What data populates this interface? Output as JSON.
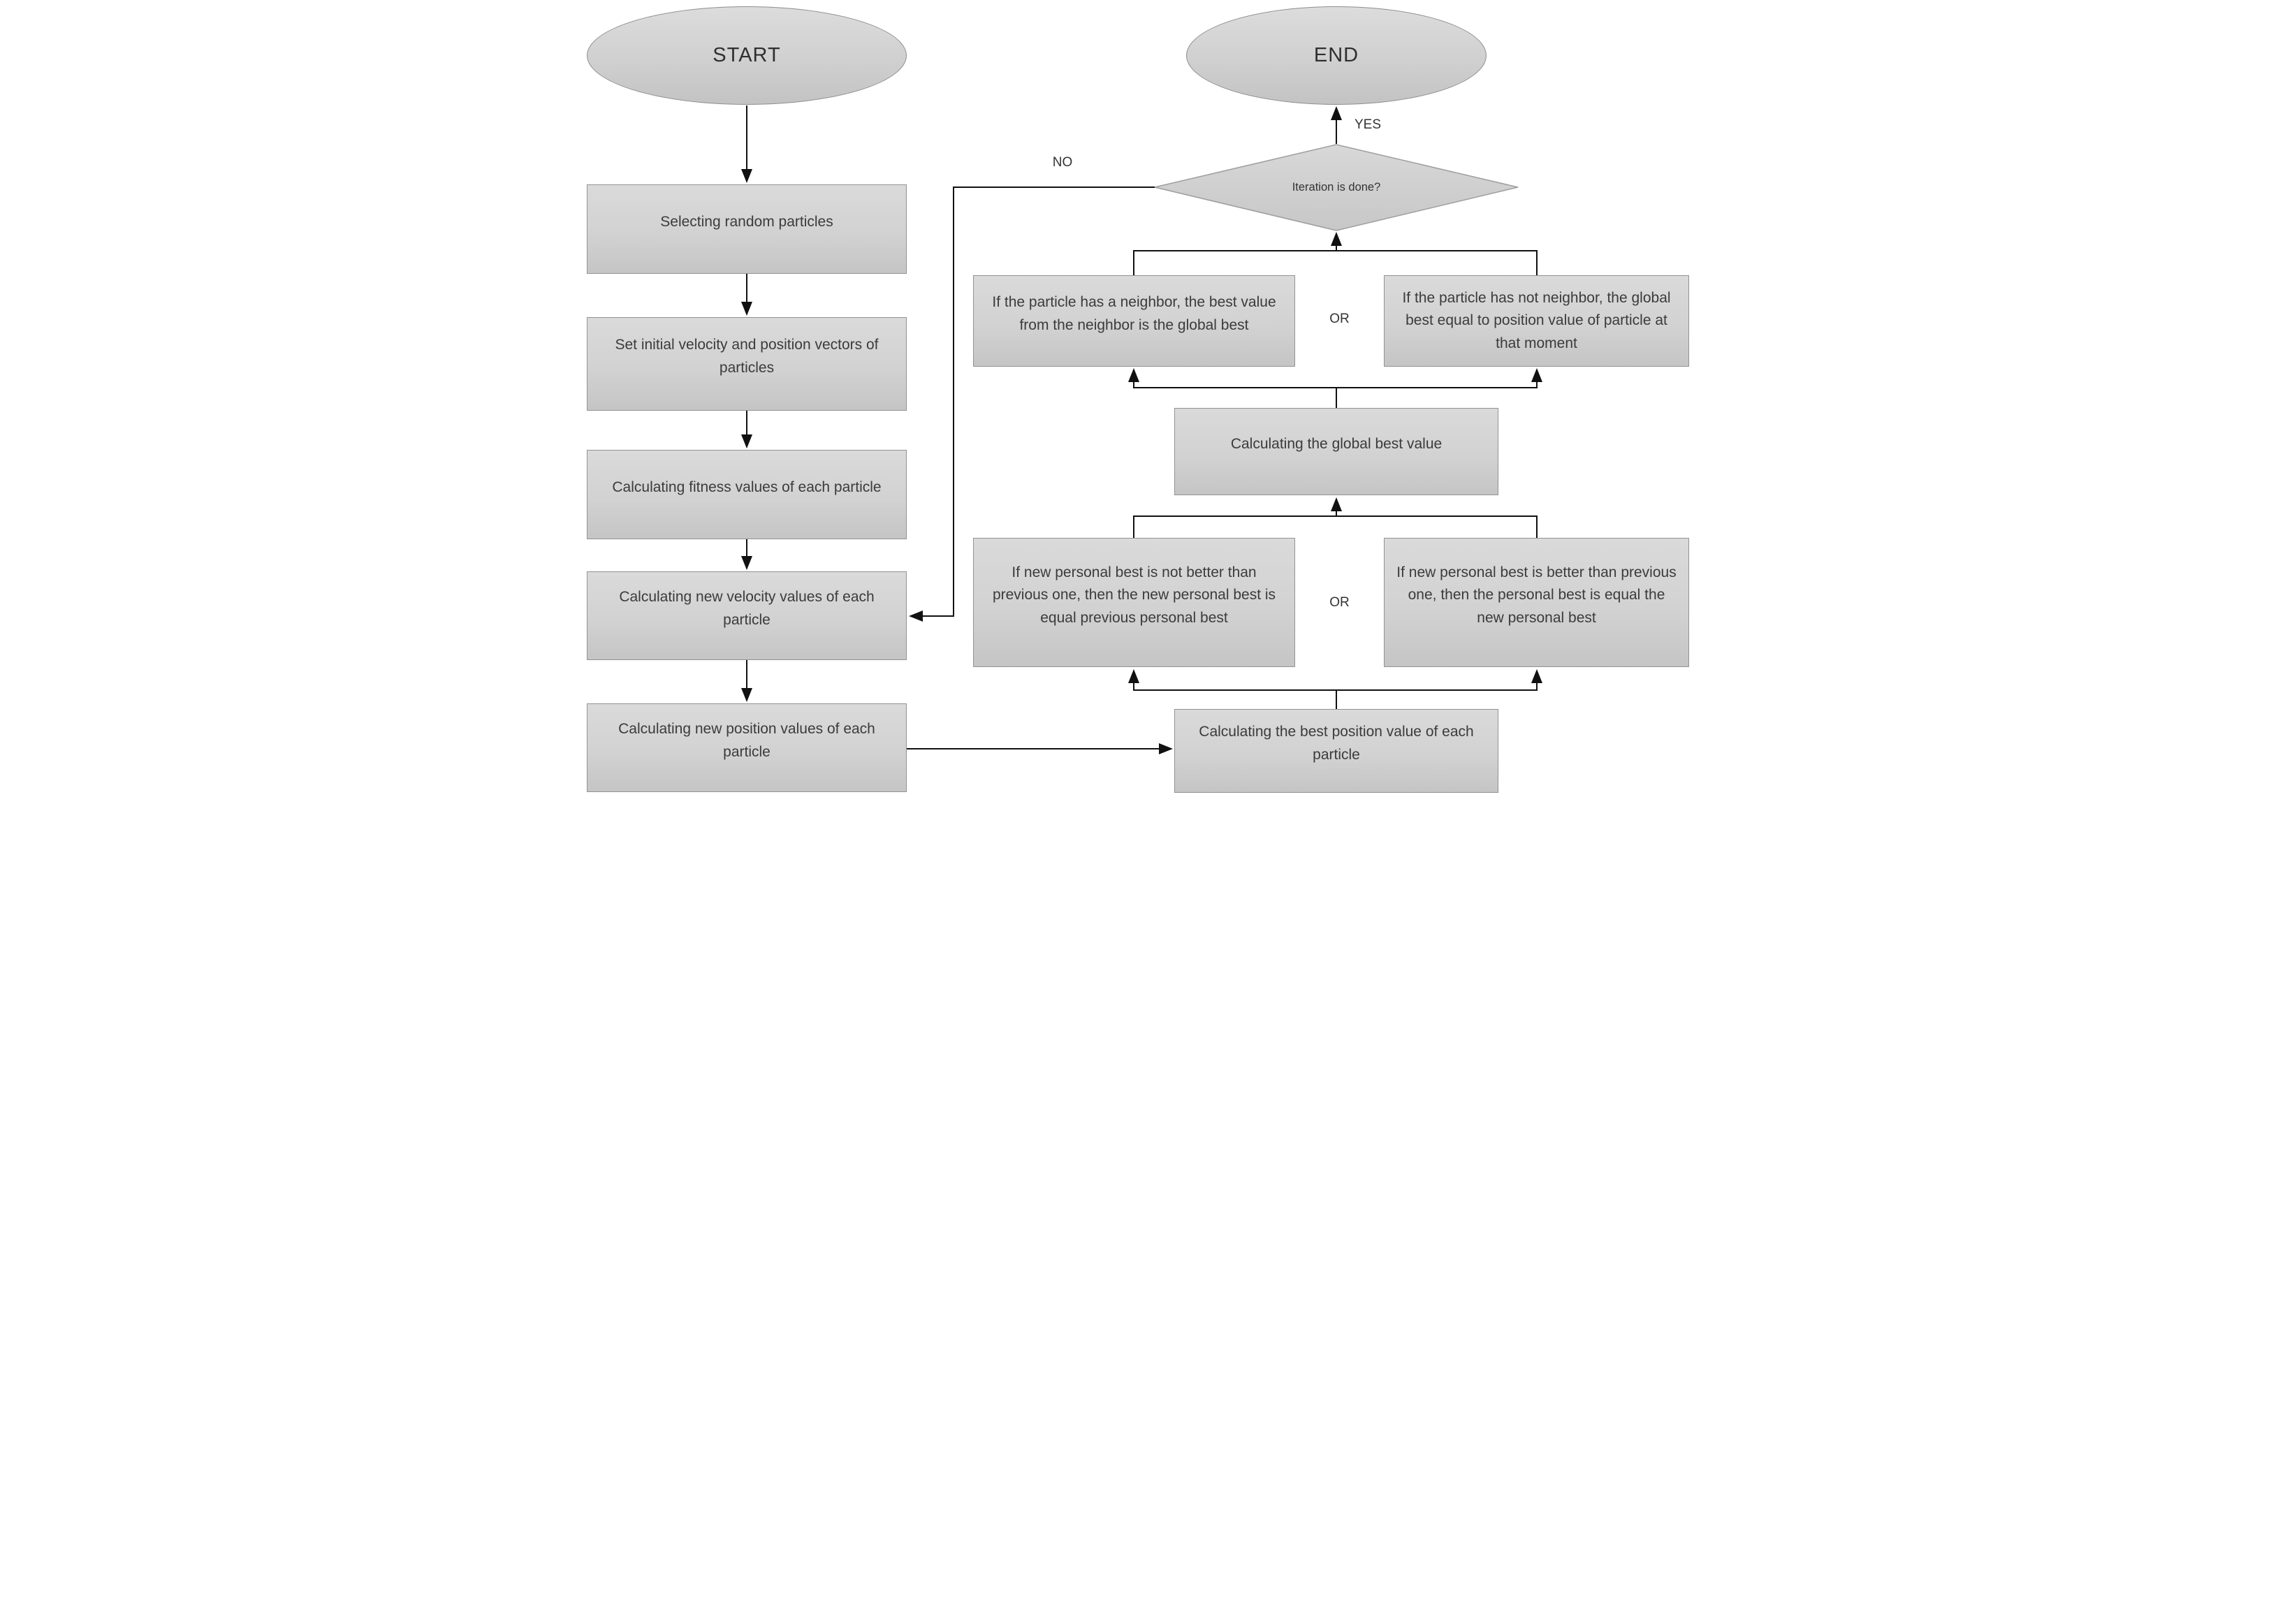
{
  "nodes": {
    "start": "START",
    "end": "END",
    "selecting": "Selecting random particles",
    "init_vectors": "Set initial velocity and position vectors of particles",
    "fitness": "Calculating fitness values of each particle",
    "new_velocity": "Calculating new velocity values of each particle",
    "new_position": "Calculating new position values of each particle",
    "decision": "Iteration is done?",
    "neighbor_has": "If the particle has a neighbor, the best value from the neighbor is the global best",
    "neighbor_not": "If the particle has not neighbor, the global best equal to position value of particle at that moment",
    "global_best": "Calculating the global best value",
    "pb_not_better": "If new personal best is not better than previous one, then the new personal best is equal previous personal best",
    "pb_better": "If new personal best is better than previous one, then the personal best is equal the new personal best",
    "best_position": "Calculating the best position value of each particle"
  },
  "labels": {
    "yes": "YES",
    "no": "NO",
    "or_top": "OR",
    "or_bottom": "OR"
  },
  "colors": {
    "node_fill_top": "#dadada",
    "node_fill_bottom": "#c5c5c5",
    "node_border": "#929292",
    "line": "#111111",
    "text": "#3b3b3b"
  },
  "flow": [
    {
      "from": "start",
      "to": "selecting"
    },
    {
      "from": "selecting",
      "to": "init_vectors"
    },
    {
      "from": "init_vectors",
      "to": "fitness"
    },
    {
      "from": "fitness",
      "to": "new_velocity"
    },
    {
      "from": "new_velocity",
      "to": "new_position"
    },
    {
      "from": "new_position",
      "to": "best_position"
    },
    {
      "from": "best_position",
      "to": "pb_not_better",
      "label": "OR"
    },
    {
      "from": "best_position",
      "to": "pb_better",
      "label": "OR"
    },
    {
      "from": "pb_not_better",
      "to": "global_best"
    },
    {
      "from": "pb_better",
      "to": "global_best"
    },
    {
      "from": "global_best",
      "to": "neighbor_has",
      "label": "OR"
    },
    {
      "from": "global_best",
      "to": "neighbor_not",
      "label": "OR"
    },
    {
      "from": "neighbor_has",
      "to": "decision"
    },
    {
      "from": "neighbor_not",
      "to": "decision"
    },
    {
      "from": "decision",
      "to": "end",
      "label": "YES"
    },
    {
      "from": "decision",
      "to": "new_velocity",
      "label": "NO"
    }
  ]
}
